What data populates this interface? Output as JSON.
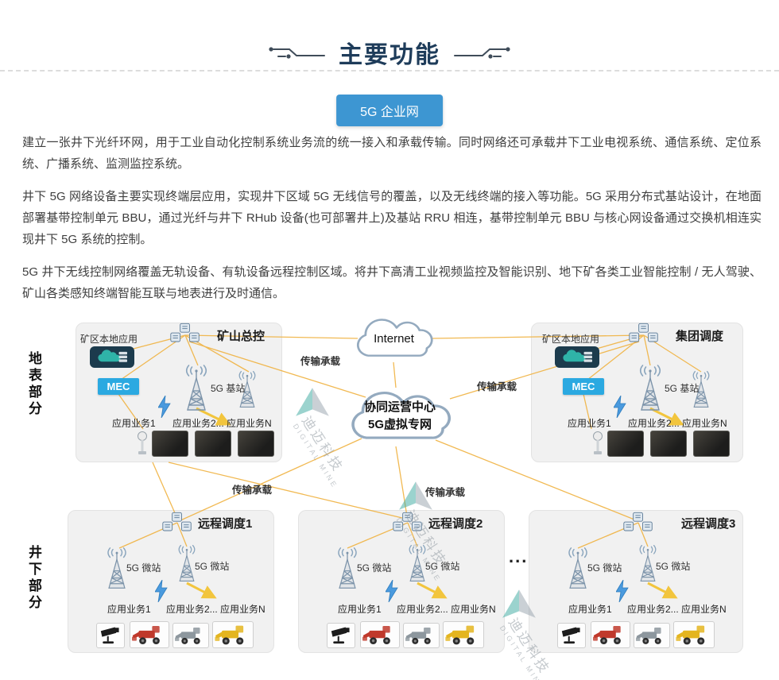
{
  "colors": {
    "title_navy": "#1e3c5a",
    "badge_blue": "#3d96d2",
    "mec_blue": "#2ba9e1",
    "line_orange": "#f0b240",
    "panel_gray": "#f1f1f1",
    "watermark_teal": "#3aa89f"
  },
  "header": {
    "title": "主要功能",
    "badge": "5G 企业网"
  },
  "paragraphs": [
    "建立一张井下光纤环网，用于工业自动化控制系统业务流的统一接入和承载传输。同时网络还可承载井下工业电视系统、通信系统、定位系统、广播系统、监测监控系统。",
    "井下 5G 网络设备主要实现终端层应用，实现井下区域 5G 无线信号的覆盖，以及无线终端的接入等功能。5G 采用分布式基站设计，在地面部署基带控制单元 BBU，通过光纤与井下 RHub 设备(也可部署井上)及基站 RRU 相连，基带控制单元 BBU 与核心网设备通过交换机相连实现井下 5G 系统的控制。",
    "5G 井下无线控制网络覆盖无轨设备、有轨设备远程控制区域。将井下高清工业视频监控及智能识别、地下矿各类工业智能控制 / 无人驾驶、矿山各类感知终端智能互联与地表进行及时通信。"
  ],
  "diagram": {
    "section_labels": {
      "surface": "地表部分",
      "underground": "井下部分"
    },
    "internet": "Internet",
    "center_cloud": {
      "line1": "协同运营中心",
      "line2": "5G虚拟专网"
    },
    "transport_label": "传输承载",
    "ellipsis": "...",
    "surface_sites": [
      {
        "title": "矿山总控",
        "local_app": "矿区本地应用",
        "mec": "MEC",
        "station": "5G 基站",
        "services": [
          "应用业务1",
          "应用业务2...",
          "应用业务N"
        ]
      },
      {
        "title": "集团调度",
        "local_app": "矿区本地应用",
        "mec": "MEC",
        "station": "5G 基站",
        "services": [
          "应用业务1",
          "应用业务2...",
          "应用业务N"
        ]
      }
    ],
    "underground_sites": [
      {
        "title": "远程调度1",
        "stations": [
          "5G 微站",
          "5G 微站"
        ],
        "services": [
          "应用业务1",
          "应用业务2...",
          "应用业务N"
        ]
      },
      {
        "title": "远程调度2",
        "stations": [
          "5G 微站",
          "5G 微站"
        ],
        "services": [
          "应用业务1",
          "应用业务2...",
          "应用业务N"
        ]
      },
      {
        "title": "远程调度3",
        "stations": [
          "5G 微站",
          "5G 微站"
        ],
        "services": [
          "应用业务1",
          "应用业务2...",
          "应用业务N"
        ]
      }
    ],
    "watermark": {
      "cn": "迪迈科技",
      "en": "DIGITAL MINE"
    }
  },
  "icons": {
    "tower": "lattice-5g-tower-with-waves",
    "cluster": "server-cluster",
    "cloud": "network-cloud",
    "bolt": "lightning-bolt",
    "camera": "cctv-camera",
    "vehicle": "mining-vehicle",
    "sensor": "sensor-device",
    "edge_appliance": "cloud-plus-server-appliance",
    "watermark_logo": "pyramid-logo"
  }
}
